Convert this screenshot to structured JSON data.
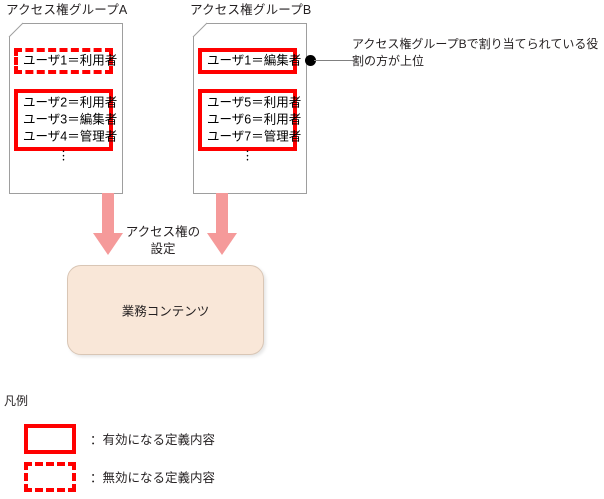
{
  "groups": [
    {
      "title": "アクセス権グループA",
      "highlight_top": {
        "style": "dashed",
        "rows": [
          "ユーザ1＝利用者"
        ]
      },
      "highlight_bottom": {
        "style": "solid",
        "rows": [
          "ユーザ2＝利用者",
          "ユーザ3＝編集者",
          "ユーザ4＝管理者"
        ]
      },
      "ellipsis": "︙"
    },
    {
      "title": "アクセス権グループB",
      "highlight_top": {
        "style": "solid",
        "rows": [
          "ユーザ1＝編集者"
        ]
      },
      "highlight_bottom": {
        "style": "solid",
        "rows": [
          "ユーザ5＝利用者",
          "ユーザ6＝利用者",
          "ユーザ7＝管理者"
        ]
      },
      "ellipsis": "︙"
    }
  ],
  "callout": {
    "text": "アクセス権グループBで割り当てられている役割の方が上位"
  },
  "flow": {
    "caption_line1": "アクセス権の",
    "caption_line2": "設定",
    "target_label": "業務コンテンツ",
    "arrow_color": "#f59a9a",
    "target_fill": "#f9e7d8"
  },
  "legend": {
    "title": "凡例",
    "items": [
      {
        "style": "solid",
        "label": "：有効になる定義内容"
      },
      {
        "style": "dashed",
        "label": "：無効になる定義内容"
      }
    ]
  },
  "colors": {
    "highlight_red": "#ff0000",
    "document_border": "#9e9e9e",
    "text": "#231f20"
  }
}
